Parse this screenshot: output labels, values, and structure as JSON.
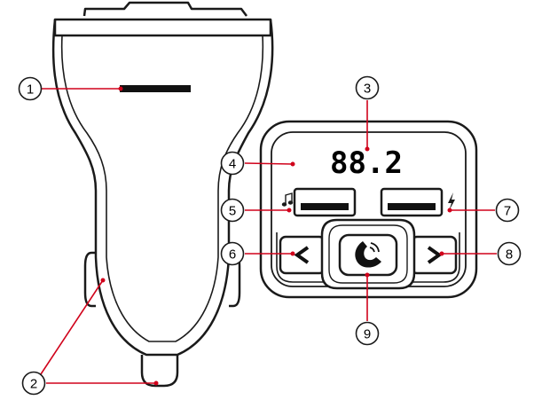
{
  "colors": {
    "outline": "#1a1a1a",
    "leader": "#d0021b",
    "fill": "#ffffff"
  },
  "display": {
    "frequency": "88.2"
  },
  "callouts": [
    "1",
    "2",
    "3",
    "4",
    "5",
    "6",
    "7",
    "8",
    "9"
  ],
  "icons": {
    "music": "music-note-icon",
    "charge": "lightning-icon",
    "prev": "chevron-left-icon",
    "next": "chevron-right-icon",
    "call": "phone-icon"
  }
}
